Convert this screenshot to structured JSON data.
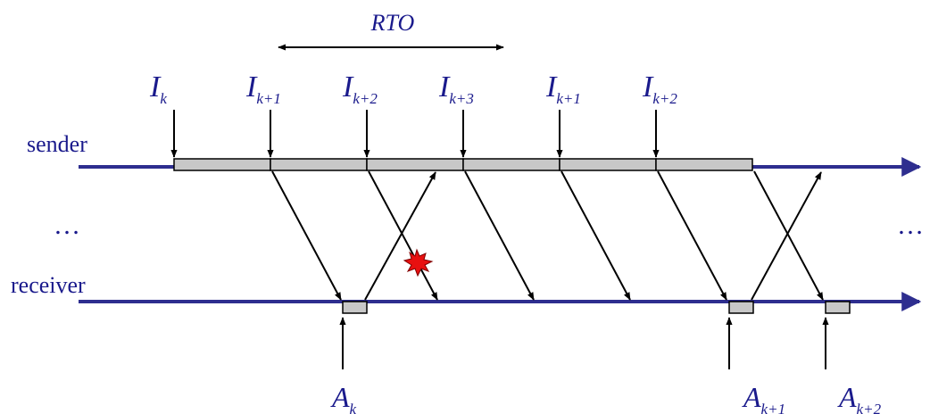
{
  "rto_label": "RTO",
  "sender_label": "sender",
  "receiver_label": "receiver",
  "ellipsis": "…",
  "frames": [
    {
      "base": "I",
      "sub": "k"
    },
    {
      "base": "I",
      "sub": "k+1"
    },
    {
      "base": "I",
      "sub": "k+2"
    },
    {
      "base": "I",
      "sub": "k+3"
    },
    {
      "base": "I",
      "sub": "k+1"
    },
    {
      "base": "I",
      "sub": "k+2"
    }
  ],
  "acks": [
    {
      "base": "A",
      "sub": "k"
    },
    {
      "base": "A",
      "sub": "k+1"
    },
    {
      "base": "A",
      "sub": "k+2"
    }
  ],
  "colors": {
    "timeline": "#2e2e8f",
    "label": "#1a1a8c",
    "box_fill": "#c8c8c8",
    "arrow": "#000000",
    "loss": "#e81010"
  }
}
